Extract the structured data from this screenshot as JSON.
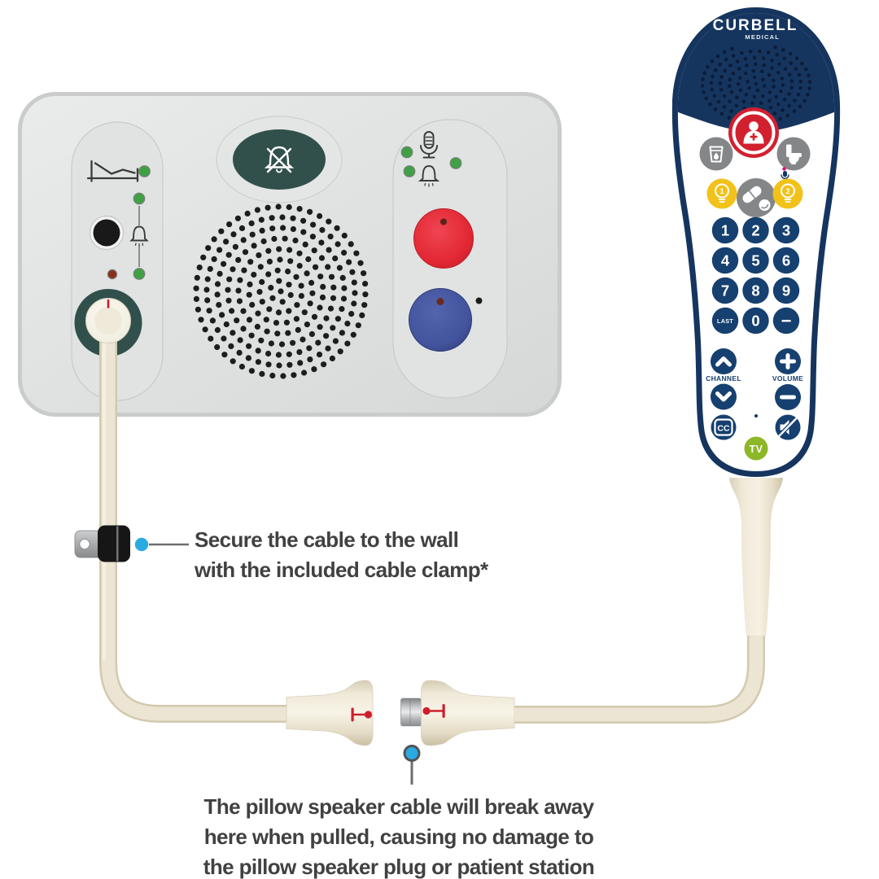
{
  "annotations": {
    "cable_clamp": {
      "lines": [
        "Secure the cable to the wall",
        "with the included cable clamp*"
      ]
    },
    "breakaway": {
      "lines": [
        "The pillow speaker cable will break away",
        "here when pulled,  causing no damage to",
        "the pillow speaker plug or patient station"
      ]
    }
  },
  "remote": {
    "brand": "CURBELL",
    "brand_sub": "MEDICAL",
    "light_1": "1",
    "light_2": "2",
    "keypad": [
      "1",
      "2",
      "3",
      "4",
      "5",
      "6",
      "7",
      "8",
      "9",
      "LAST",
      "0",
      "−"
    ],
    "channel_label": "CHANNEL",
    "volume_label": "VOLUME",
    "cc_label": "CC",
    "tv_label": "TV"
  },
  "colors": {
    "navy": "#15355F",
    "button_navy": "#16406F",
    "red": "#D2202F",
    "yellow": "#F2C21A",
    "gray_button": "#848688",
    "tv_green": "#8CB726",
    "magenta": "#E6007E",
    "callout_blue": "#29ABE2",
    "cable_cream": "#ECE5D3",
    "station_teal": "#31504B",
    "station_gray": "#DCDFDE",
    "led_green": "#3FA044",
    "led_red": "#8B2E1C",
    "note_text": "#414143"
  }
}
